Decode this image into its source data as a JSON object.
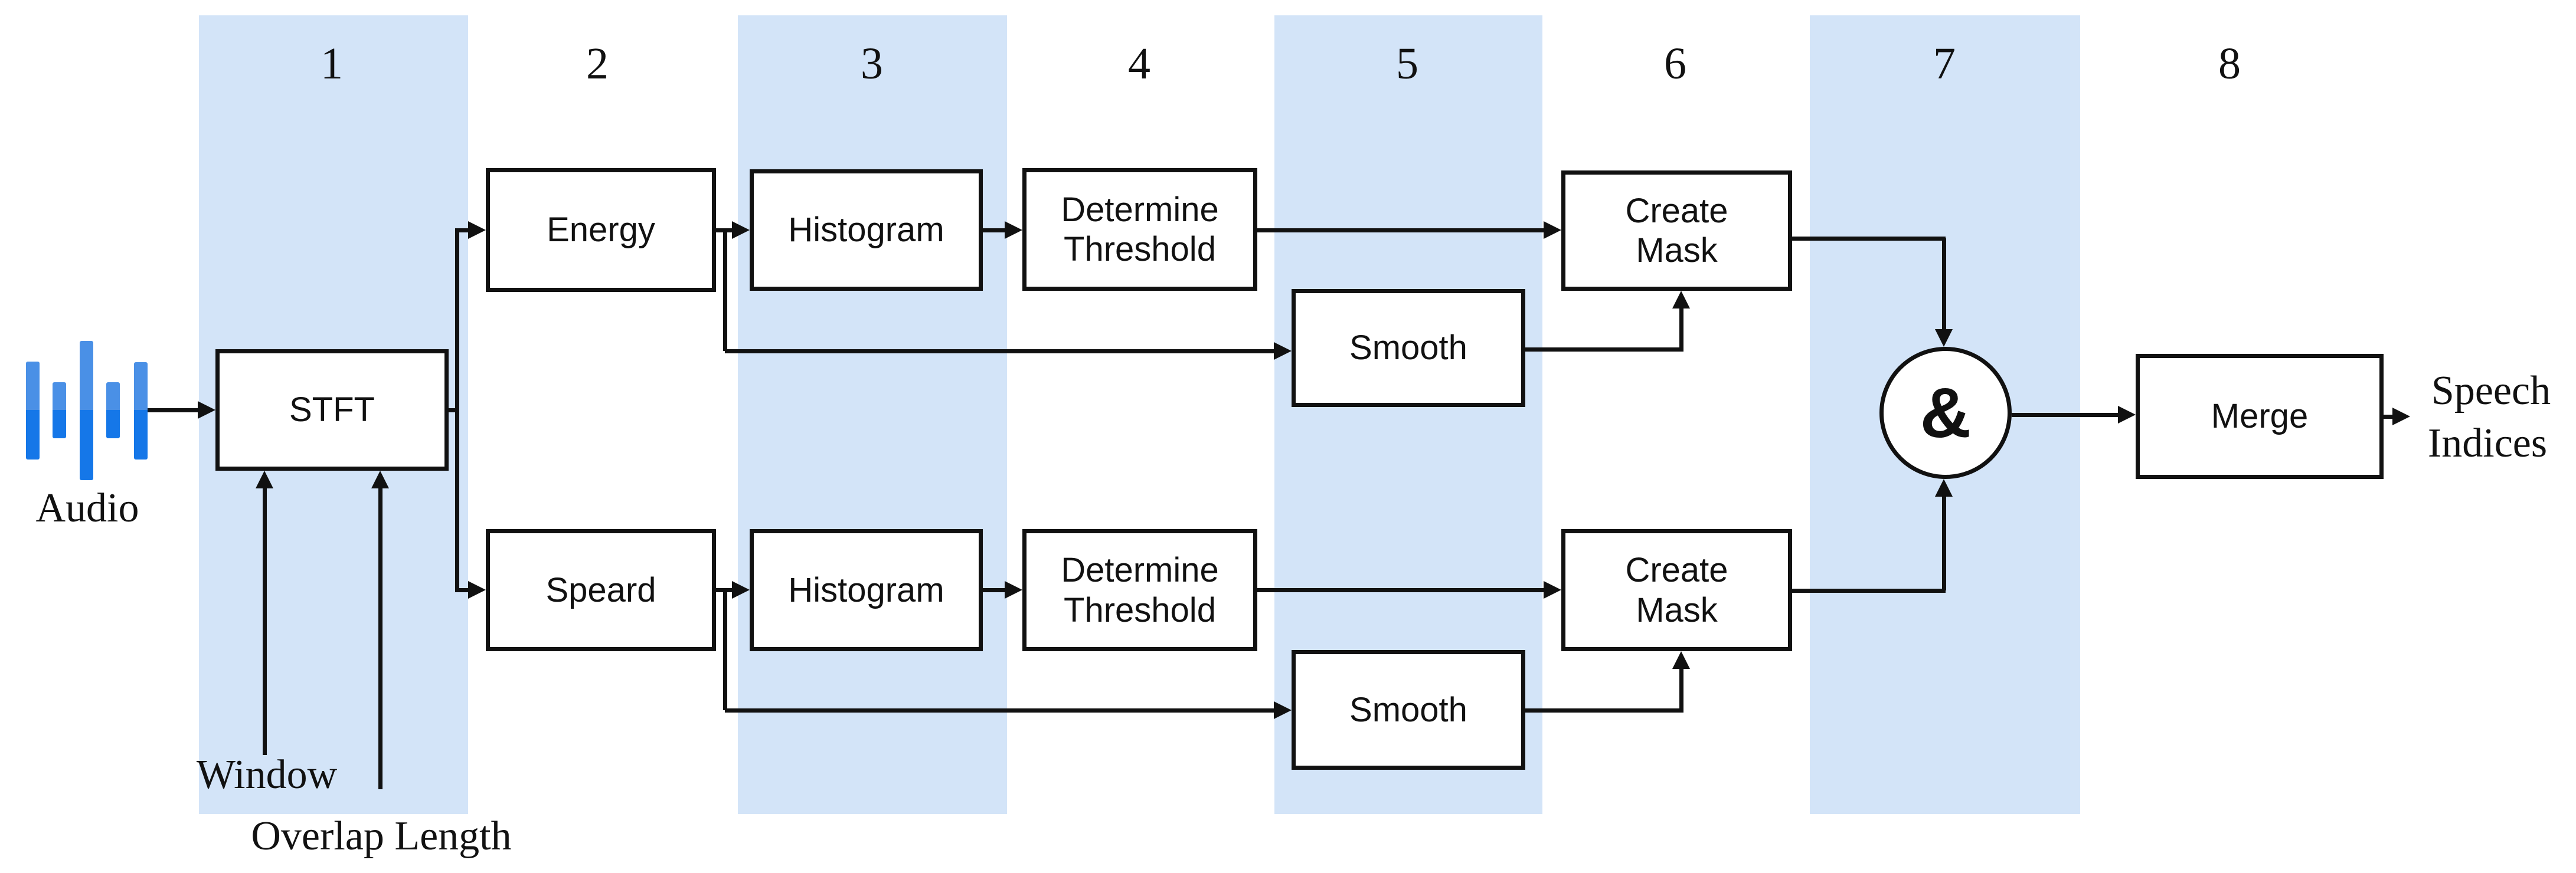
{
  "diagram": {
    "title_semantic": "speech-detection-pipeline",
    "columns": {
      "labels": [
        "1",
        "2",
        "3",
        "4",
        "5",
        "6",
        "7",
        "8"
      ]
    },
    "nodes": [
      {
        "id": "stft",
        "label": [
          "STFT"
        ]
      },
      {
        "id": "energy",
        "label": [
          "Energy"
        ]
      },
      {
        "id": "histogram_top",
        "label": [
          "Histogram"
        ]
      },
      {
        "id": "determine_threshold_top",
        "label": [
          "Determine",
          "Threshold"
        ]
      },
      {
        "id": "smooth_top",
        "label": [
          "Smooth"
        ]
      },
      {
        "id": "create_mask_top",
        "label": [
          "Create",
          "Mask"
        ]
      },
      {
        "id": "speard",
        "label": [
          "Speard"
        ]
      },
      {
        "id": "histogram_bottom",
        "label": [
          "Histogram"
        ]
      },
      {
        "id": "determine_threshold_bottom",
        "label": [
          "Determine",
          "Threshold"
        ]
      },
      {
        "id": "smooth_bottom",
        "label": [
          "Smooth"
        ]
      },
      {
        "id": "create_mask_bottom",
        "label": [
          "Create",
          "Mask"
        ]
      },
      {
        "id": "merge",
        "label": [
          "Merge"
        ]
      }
    ],
    "operator": {
      "and_symbol": "&"
    },
    "labels": {
      "audio": "Audio",
      "window": "Window",
      "overlap_length": "Overlap Length",
      "speech_indices": [
        "Speech",
        "Indices"
      ]
    },
    "icons": {
      "audio_waveform": "audio-waveform-icon"
    },
    "colors": {
      "band_blue": "#d3e4f8",
      "audio_bar_top": "#4a90e6",
      "audio_bar_bottom": "#1577e8",
      "line_black": "#111111",
      "box_fill": "#ffffff"
    }
  }
}
